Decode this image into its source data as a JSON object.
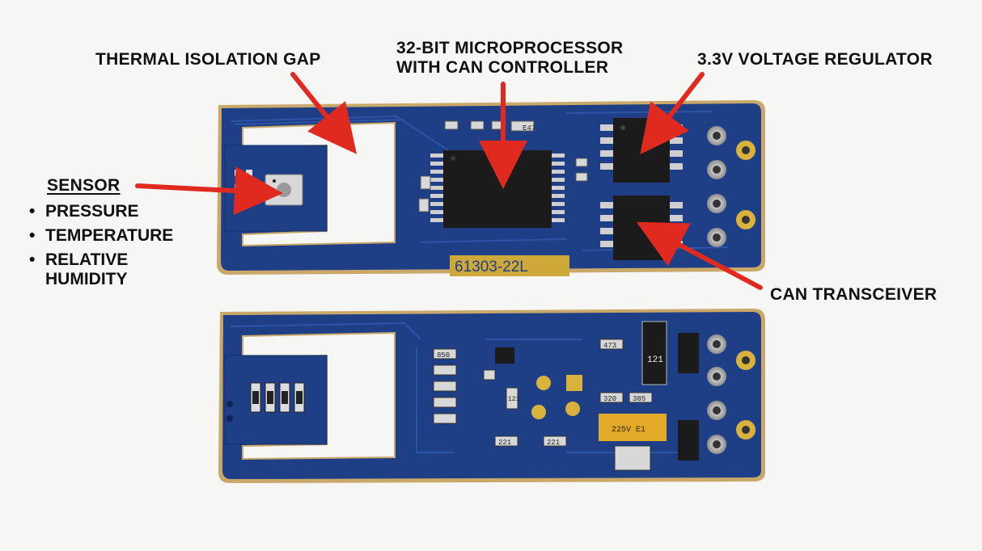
{
  "labels": {
    "thermal_gap": "THERMAL ISOLATION GAP",
    "microprocessor_line1": "32-BIT MICROPROCESSOR",
    "microprocessor_line2": "WITH CAN CONTROLLER",
    "regulator": "3.3V VOLTAGE REGULATOR",
    "transceiver": "CAN TRANSCEIVER",
    "sensor_title": "SENSOR",
    "sensor_items": [
      "PRESSURE",
      "TEMPERATURE",
      "RELATIVE HUMIDITY"
    ]
  },
  "board_markings": {
    "top_silkscreen": "61303-22L",
    "chip_code": "E47",
    "resistors": [
      "850",
      "121",
      "473",
      "121",
      "320",
      "385",
      "221",
      "221"
    ],
    "capacitor": "225V E1"
  },
  "colors": {
    "pcb": "#1e3f86",
    "pcb_edge": "#c9a86a",
    "arrow": "#e02a1f",
    "chip": "#1b1b1b",
    "gold": "#d8b23c"
  }
}
